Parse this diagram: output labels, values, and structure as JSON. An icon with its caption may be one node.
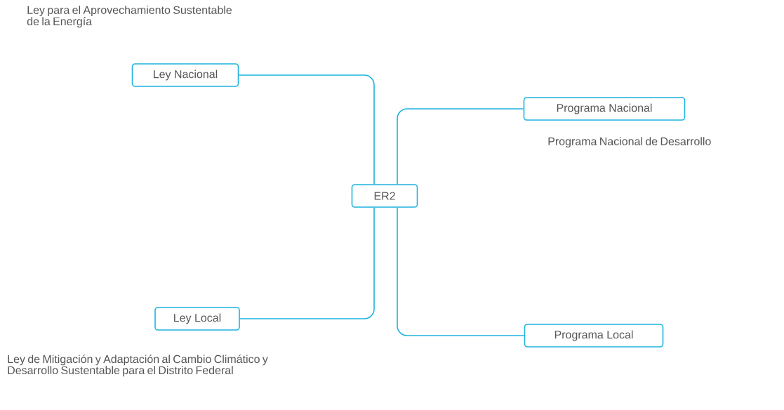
{
  "diagram": {
    "nodes": [
      {
        "text": [
          "Ley Nacional"
        ],
        "beside": [
          "Ley para el Aprovechamiento Sustentable de la Energía"
        ]
      },
      {
        "text": [
          "Programa Nacional"
        ],
        "beside": [
          "Programa Nacional de Desarrollo"
        ]
      },
      {
        "text": [
          "ER2"
        ]
      },
      {
        "text": [
          "Ley Local"
        ],
        "beside": [
          "Ley de Mitigación y Adaptación al Cambio Climático y Desarrollo Sustentable para el Distrito Federal"
        ]
      },
      {
        "text": [
          "Programa Local"
        ]
      }
    ],
    "edges": [
      {
        "from": 2,
        "to": 0,
        "arrow": "none"
      },
      {
        "from": 2,
        "to": 1,
        "arrow": "none"
      },
      {
        "from": 2,
        "to": 3,
        "arrow": "none"
      },
      {
        "from": 2,
        "to": 4,
        "arrow": "none"
      }
    ]
  }
}
